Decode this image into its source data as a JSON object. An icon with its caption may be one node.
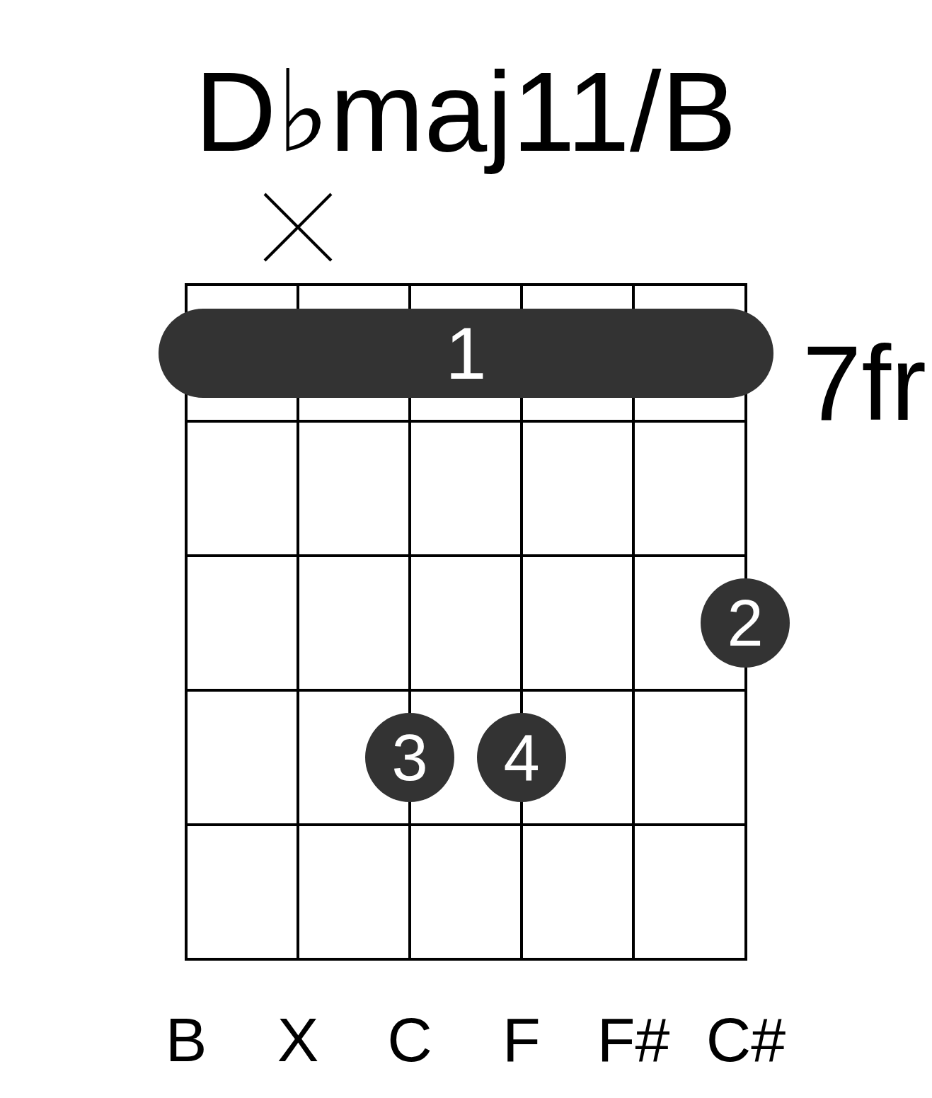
{
  "diagram": {
    "title": "D♭maj11/B",
    "nodes": [
      {
        "text": [
          "1"
        ]
      },
      {
        "text": [
          "2"
        ]
      },
      {
        "text": [
          "3"
        ]
      },
      {
        "text": [
          "4"
        ]
      }
    ],
    "labels": [
      "7fr",
      "B",
      "X",
      "C",
      "F",
      "F#",
      "C#"
    ]
  }
}
